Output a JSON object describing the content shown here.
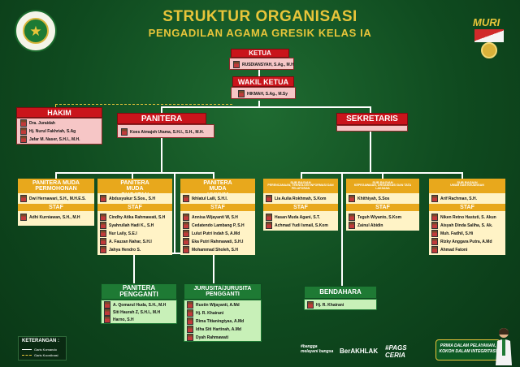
{
  "title": "STRUKTUR ORGANISASI",
  "subtitle": "PENGADILAN AGAMA GRESIK KELAS IA",
  "logo": {
    "icon": "court-emblem-icon"
  },
  "muri": {
    "label": "MURI",
    "icon": "muri-medal-icon"
  },
  "ketua": {
    "title": "KETUA",
    "name": "RUSDIANSYAH, S.Ag., M.H"
  },
  "wakil_ketua": {
    "title": "WAKIL KETUA",
    "name": "HIKMAH, S.Ag., M.Sy"
  },
  "hakim": {
    "title": "HAKIM",
    "members": [
      "Dra. Juraidah",
      "Hj. Nurul Fakhriah, S.Ag",
      "Jafar M. Naser, S.H.I., M.H."
    ]
  },
  "panitera": {
    "title": "PANITERA",
    "name": "Koes Atmajeh Utama, S.H.I., S.H., M.H."
  },
  "sekretaris": {
    "title": "SEKRETARIS"
  },
  "staf_label": "STAF",
  "pm_permohonan": {
    "title": "PANITERA MUDA PERMOHONAN",
    "head": "Dwi Hernawari, S.H., M.H.E.S.",
    "staff": [
      "Adhi Kurniawan, S.H., M.H"
    ]
  },
  "pm_gugatan": {
    "title": "PANITERA MUDA GUGATAN",
    "head": "Abdusyukur S.Sos., S.H",
    "staff": [
      "Cindhy Atika Rahmawati, S.H",
      "Syahrullah Hadi K., S.H",
      "Nur Laily, S.E.I",
      "A. Fauzan Nahar, S.H.I",
      "Jahya Hendro S."
    ]
  },
  "pm_hukum": {
    "title": "PANITERA MUDA HUKUM",
    "head": "Ikhlatul Laili, S.H.I.",
    "staff": [
      "Annisa Wijayanti W, S.H",
      "Cedatendo Lambang P, S.H",
      "Lulut Putri Indah S, A.Md",
      "Eka Putri Rahmawati, S.H.I",
      "Mohammad Sholeh, S.H"
    ]
  },
  "sub_ptip": {
    "title1": "SUB BAGIAN",
    "title2": "PERENCANAAN, TEKNOLOGI INFORMASI DAN PELAPORAN",
    "head": "Lia Aulia Rokhmah, S.Kom",
    "staff": [
      "Hasan Muda Agani, S.T.",
      "Achmad Yudi Ismail, S.Kom"
    ]
  },
  "sub_kepeg": {
    "title1": "SUB BAGIAN",
    "title2": "KEPEGAWAIAN, ORGANISASI DAN TATA LAKSANA",
    "head": "Khithiyah, S.Sos",
    "staff": [
      "Teguh Wiyanto, S.Kom",
      "Zainul Abidin"
    ]
  },
  "sub_umum": {
    "title1": "SUB BAGIAN",
    "title2": "UMUM DAN KEUANGAN",
    "head": "Arif Rachman, S.H.",
    "staff": [
      "Niken Retno Hastuti, S. Akun",
      "Aisyah Dinda Saliha, S. Ak.",
      "Muh. Fadhil, S.Hi",
      "Rizky Anggara Putra, A.Md",
      "Ahmad Fatoni"
    ]
  },
  "panitera_pengganti": {
    "title": "PANITERA PENGGANTI",
    "members": [
      "A. Qomarul Huda, S.H., M.H",
      "Siti Haurah Z, S.H.I., M.H",
      "Harno, S.H"
    ]
  },
  "jurusita": {
    "title": "JURUSITA/JURUSITA PENGGANTI",
    "members": [
      "Rustin Wijayanti, A.Md",
      "Hj. R. Khairani",
      "Rima Titianingtyas, A.Md",
      "Idha Siti Hartinah, A.Md",
      "Dyah Rahmawati"
    ]
  },
  "bendahara": {
    "title": "BENDAHARA",
    "members": [
      "Hj. R. Khairani"
    ]
  },
  "legend": {
    "title": "KETERANGAN :",
    "items": [
      "Garis Komando",
      "Garis Koordinasi"
    ]
  },
  "footer": {
    "bangga": "#bangga melayani bangsa",
    "berakhlak": "BerAKHLAK",
    "pags": "#PAGS CERIA",
    "banner": "PRIMA DALAM PELAYANAN, KOKOH DALAM INTEGRITAS!"
  },
  "colors": {
    "red": "#c9141b",
    "gold": "#e8a81c",
    "green": "#1e7a34",
    "title": "#e8c53a"
  }
}
